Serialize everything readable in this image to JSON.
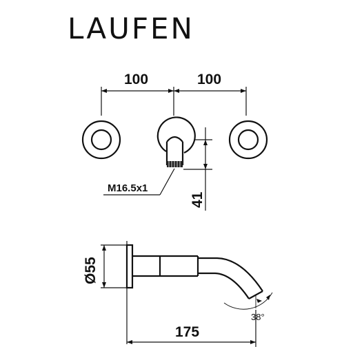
{
  "brand": {
    "name": "LAUFEN"
  },
  "top_view": {
    "spacing_left": "100",
    "spacing_right": "100",
    "thread": "M16.5x1",
    "outlet_drop": "41"
  },
  "side_view": {
    "rosette_diameter": "Ø55",
    "projection": "175",
    "angle": "38°"
  }
}
